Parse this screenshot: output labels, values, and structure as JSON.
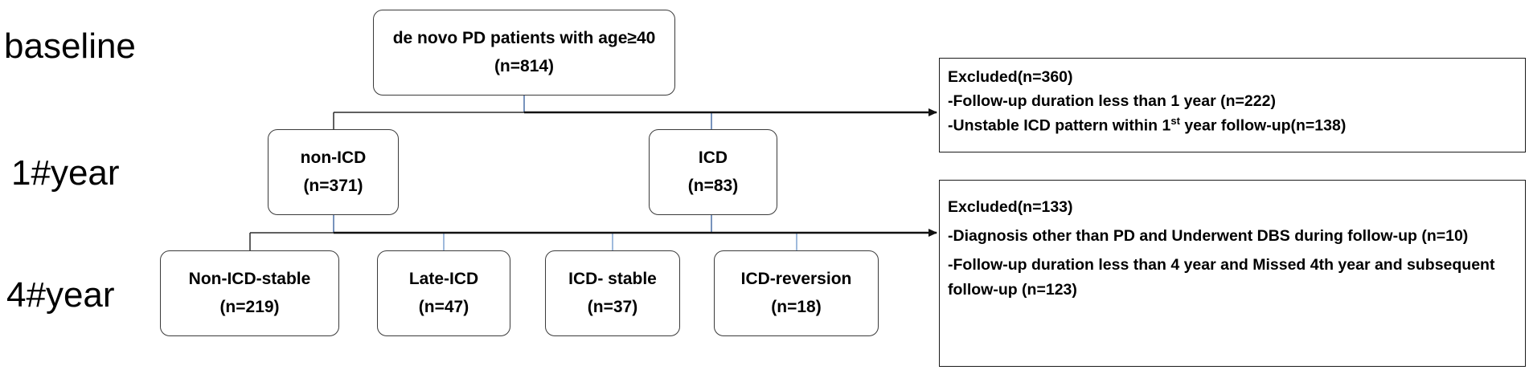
{
  "stages": {
    "baseline": "baseline",
    "year1": "1#year",
    "year4": "4#year"
  },
  "nodes": {
    "root": {
      "title": "de novo PD patients with age",
      "ge": "≥",
      "age": "40",
      "n": "(n=814)"
    },
    "non_icd": {
      "title": "non-ICD",
      "n": "(n=371)"
    },
    "icd": {
      "title": "ICD",
      "n": "(n=83)"
    },
    "non_icd_stable": {
      "title": "Non-ICD-stable",
      "n": "(n=219)"
    },
    "late_icd": {
      "title": "Late-ICD",
      "n": "(n=47)"
    },
    "icd_stable": {
      "title": "ICD- stable",
      "n": "(n=37)"
    },
    "icd_reversion": {
      "title": "ICD-reversion",
      "n": "(n=18)"
    }
  },
  "exclusions": {
    "first": {
      "title": "Excluded(n=360)",
      "line1": "-Follow-up duration less than 1 year (n=222)",
      "line2_pre": "-Unstable ICD pattern within 1",
      "line2_sup": "st",
      "line2_post": " year follow-up(n=138)"
    },
    "second": {
      "title": "Excluded(n=133)",
      "line1": "-Diagnosis other than PD and  Underwent DBS during follow-up (n=10)",
      "line2": "-Follow-up duration less than 4 year and Missed 4th year and subsequent follow-up (n=123)"
    }
  },
  "colors": {
    "connector": "#2b2b2b",
    "accent_connector": "#4a6fa5",
    "box_border": "#3a3a3a"
  }
}
